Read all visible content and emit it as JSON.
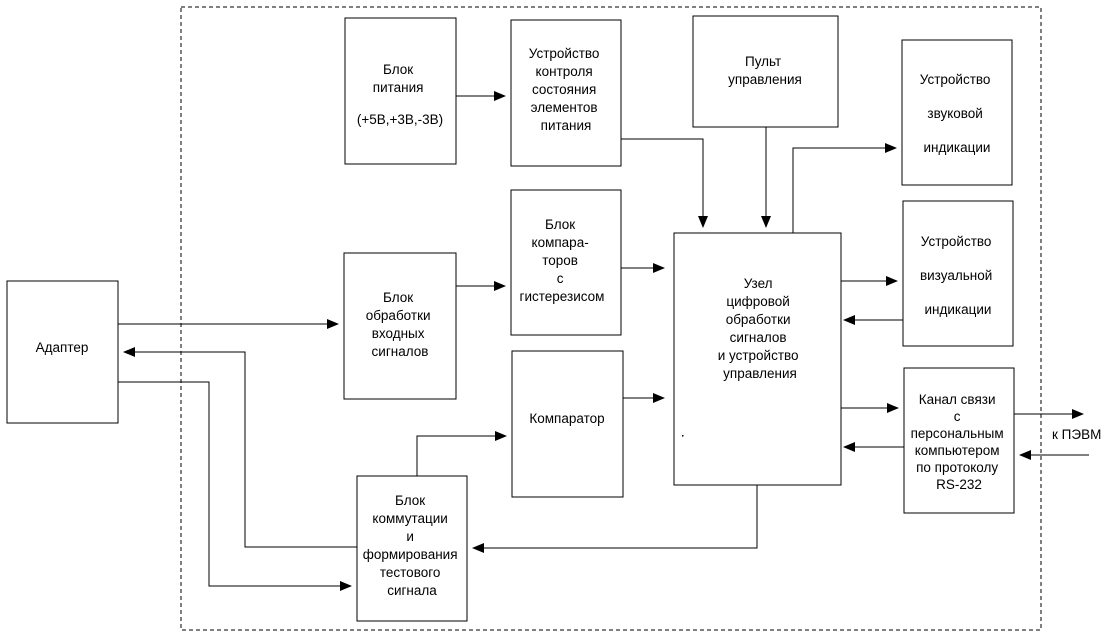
{
  "blocks": {
    "adapter": [
      "Адаптер"
    ],
    "power": [
      "Блок",
      "питания",
      "",
      "(+5В,+3В,-3В)"
    ],
    "power_monitor": [
      "Устройство",
      "контроля",
      "состояния",
      "элементов",
      "питания"
    ],
    "control_panel": [
      "Пульт",
      "управления"
    ],
    "sound_indication": [
      "Устройство",
      "",
      "звуковой",
      "",
      "индикации"
    ],
    "comparators": [
      "Блок",
      "компара-",
      "торов",
      "с",
      "гистерезисом"
    ],
    "input_processing": [
      "Блок",
      "обработки",
      "входных",
      "сигналов"
    ],
    "digital_unit": [
      "Узел",
      "цифровой",
      "обработки",
      "сигналов",
      "и устройство",
      "управления"
    ],
    "visual_indication": [
      "Устройство",
      "",
      "визуальной",
      "",
      "индикации"
    ],
    "comparator": [
      "Компаратор"
    ],
    "pc_channel": [
      "Канал связи",
      "с",
      "персональным",
      "компьютером",
      "по протоколу",
      "RS-232"
    ],
    "switching": [
      "Блок",
      "коммутации",
      "и",
      "формирования",
      "тестового",
      "сигнала"
    ]
  },
  "external_label": "к ПЭВМ"
}
